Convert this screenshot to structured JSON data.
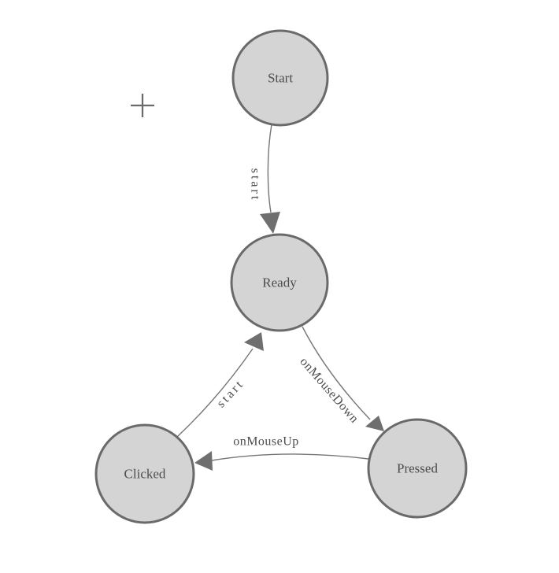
{
  "diagram": {
    "type": "finite-state-machine",
    "nodes": [
      {
        "id": "start",
        "label": "Start"
      },
      {
        "id": "ready",
        "label": "Ready"
      },
      {
        "id": "clicked",
        "label": "Clicked"
      },
      {
        "id": "pressed",
        "label": "Pressed"
      }
    ],
    "edges": [
      {
        "from": "Start",
        "to": "Ready",
        "label": "start"
      },
      {
        "from": "Ready",
        "to": "Pressed",
        "label": "onMouseDown"
      },
      {
        "from": "Pressed",
        "to": "Clicked",
        "label": "onMouseUp"
      },
      {
        "from": "Clicked",
        "to": "Ready",
        "label": "start"
      }
    ],
    "colors": {
      "background": "#ffffff",
      "node_fill": "#d4d4d4",
      "node_stroke": "#6a6a6a",
      "edge_stroke": "#757575",
      "arrow_fill": "#6f6f6f",
      "label_text": "#4c4c4c",
      "plus_marker": "#6b6b6b"
    }
  }
}
